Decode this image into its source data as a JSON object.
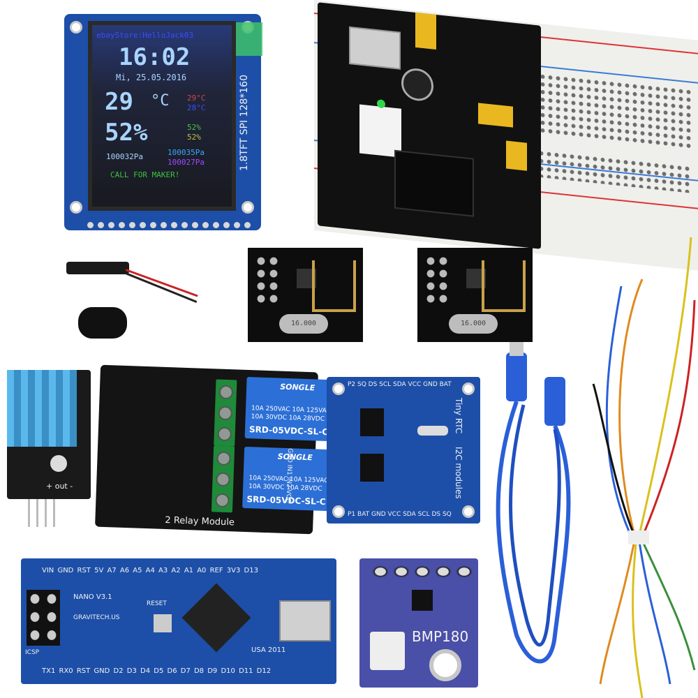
{
  "tft": {
    "store_line": "ebayStore:HelloJack03",
    "time": "16:02",
    "date": "Mi, 25.05.2016",
    "temp_main": "29",
    "temp_unit": "°C",
    "temp_a": "29°C",
    "temp_b": "28°C",
    "humidity_main": "52%",
    "humidity_a": "52%",
    "humidity_b": "52%",
    "pressure_main": "100032Pa",
    "pressure_a": "100035Pa",
    "pressure_b": "100027Pa",
    "footer": "CALL FOR MAKER!",
    "board_label": "1.8TFT SPI 128*160"
  },
  "nrf_modules": [
    {
      "crystal": "16.000"
    },
    {
      "crystal": "16.000"
    }
  ],
  "relay_module": {
    "title": "2 Relay Module",
    "relays": [
      {
        "brand": "SONGLE",
        "spec1": "10A 250VAC  10A 125VAC",
        "spec2": "10A 30VDC   10A 28VDC",
        "model": "SRD-05VDC-SL-C"
      },
      {
        "brand": "SONGLE",
        "spec1": "10A 250VAC  10A 125VAC",
        "spec2": "10A 30VDC   10A 28VDC",
        "model": "SRD-05VDC-SL-C"
      }
    ],
    "pins": "GND IN1 IN2 VCC"
  },
  "rtc_module": {
    "title": "Tiny RTC",
    "subtitle": "I2C modules",
    "top_pins": "P2  SQ DS SCL SDA VCC GND BAT",
    "bottom_pins": "P1  BAT GND VCC SDA SCL DS SQ"
  },
  "dht_sensor": {
    "pin_label": "+ out -"
  },
  "nano": {
    "top_pins": "VIN GND RST 5V A7 A6 A5 A4 A3 A2 A1 A0 REF 3V3 D13",
    "bottom_pins": "TX1 RX0 RST GND D2 D3 D4 D5 D6 D7 D8 D9 D10 D11 D12",
    "name": "NANO V3.1",
    "maker": "GRAVITECH.US",
    "country": "USA 2011",
    "reset": "RESET",
    "icsp": "ICSP"
  },
  "bmp180": {
    "label": "BMP180"
  },
  "colors": {
    "pcb_blue": "#1d4fa8",
    "relay_blue": "#2c6fd6",
    "terminal_green": "#1e8a3a",
    "usb_cable_blue": "#2a5fd8"
  }
}
